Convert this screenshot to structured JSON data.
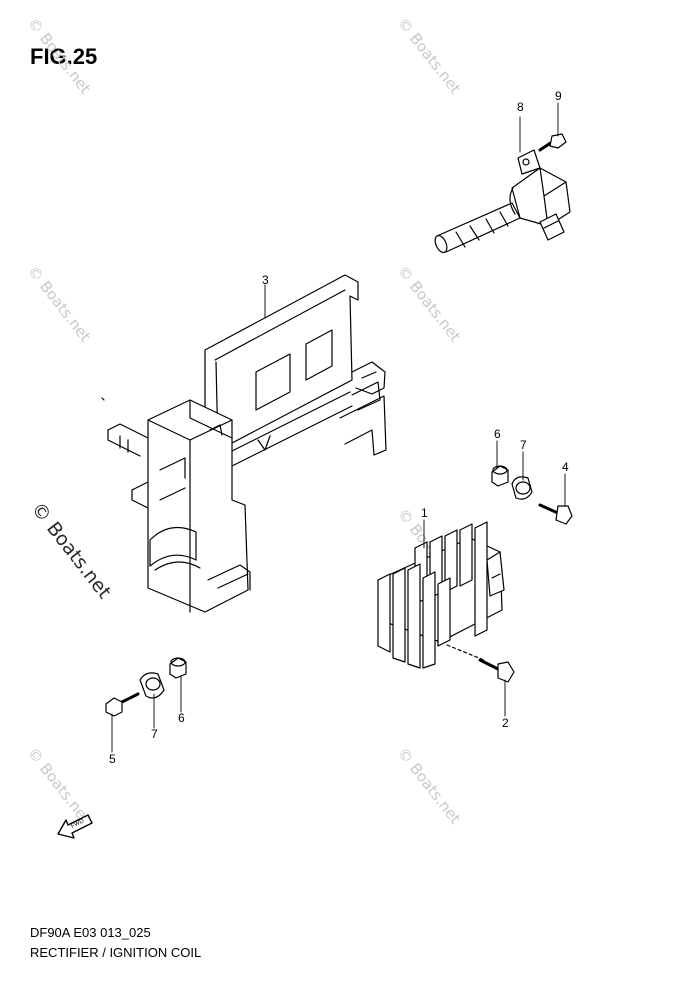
{
  "figure": {
    "title": "FIG.25",
    "diagram_code": "DF90A E03 013_025",
    "caption": "RECTIFIER / IGNITION COIL",
    "watermark": "© Boats.net",
    "fwd_label": "FWD"
  },
  "callouts": [
    {
      "id": "c1",
      "number": "1"
    },
    {
      "id": "c2",
      "number": "2"
    },
    {
      "id": "c3",
      "number": "3"
    },
    {
      "id": "c4",
      "number": "4"
    },
    {
      "id": "c5",
      "number": "5"
    },
    {
      "id": "c6a",
      "number": "6"
    },
    {
      "id": "c6b",
      "number": "6"
    },
    {
      "id": "c7a",
      "number": "7"
    },
    {
      "id": "c7b",
      "number": "7"
    },
    {
      "id": "c8",
      "number": "8"
    },
    {
      "id": "c9",
      "number": "9"
    }
  ],
  "parts": [
    "rectifier",
    "bolt",
    "bracket",
    "bolt",
    "bolt",
    "collar",
    "grommet",
    "ignition-coil",
    "bolt"
  ],
  "colors": {
    "line": "#000000",
    "watermark": "#c9c9c9",
    "background": "#ffffff"
  }
}
